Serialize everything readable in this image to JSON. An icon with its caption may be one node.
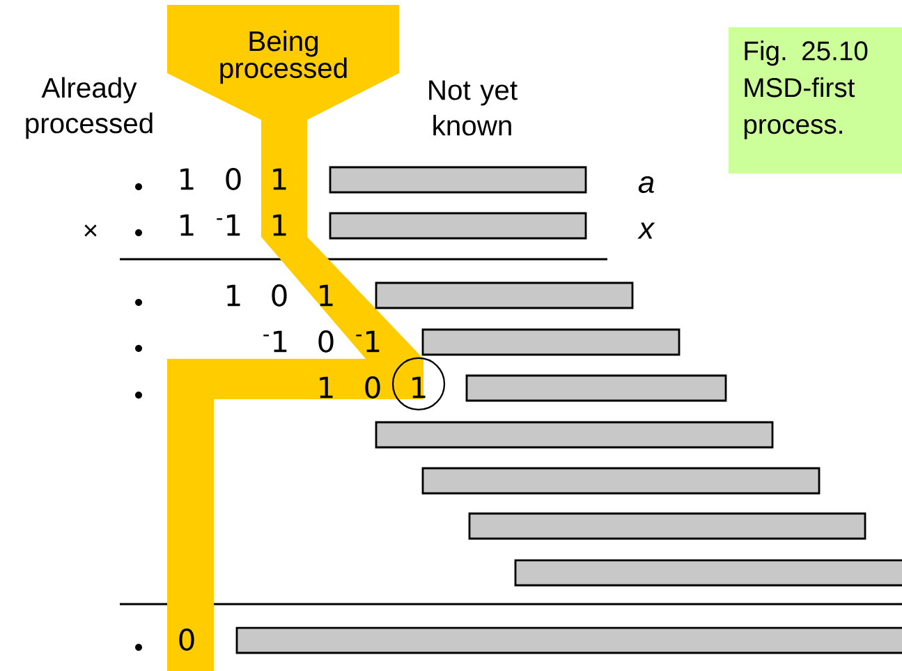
{
  "diagram": {
    "nodes": [
      {
        "text": [
          "Being processed"
        ]
      },
      {
        "text": [
          "Fig. 25.10 MSD-first process."
        ]
      },
      {
        "text": [],
        "shape": "bar"
      },
      {
        "text": [],
        "shape": "bar"
      },
      {
        "text": [],
        "shape": "bar"
      },
      {
        "text": [],
        "shape": "bar"
      },
      {
        "text": [],
        "shape": "bar"
      },
      {
        "text": [],
        "shape": "bar"
      },
      {
        "text": [],
        "shape": "bar"
      },
      {
        "text": [],
        "shape": "bar"
      },
      {
        "text": [],
        "shape": "bar"
      },
      {
        "text": [],
        "shape": "bar"
      }
    ],
    "edges": [],
    "labels": [
      "Already processed",
      "Not yet known",
      "1",
      "0",
      "1",
      "a",
      "×",
      "1",
      "$^{-}$1",
      "1",
      "x",
      "1",
      "0",
      "1",
      "$^{-}$1",
      "0",
      "$^{-}$1",
      "1",
      "0",
      "1",
      "0"
    ]
  }
}
